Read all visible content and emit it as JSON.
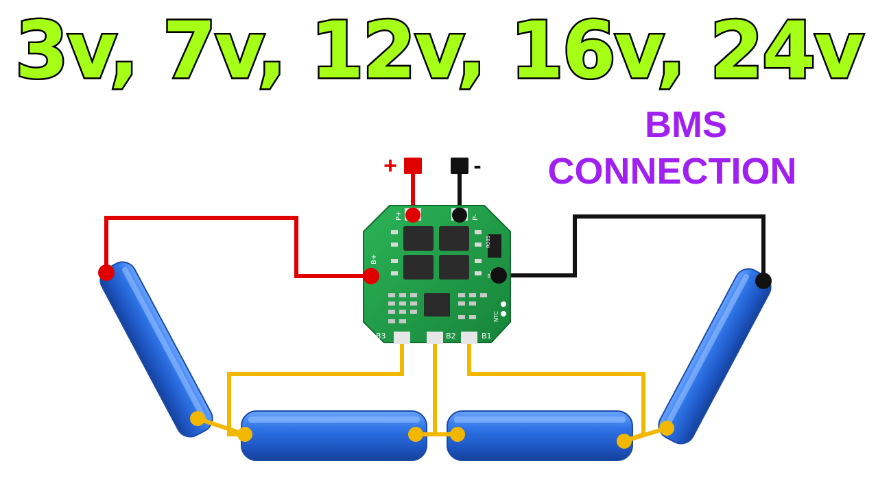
{
  "headline": "3v, 7v, 12v, 16v, 24v",
  "subtitle_line1": "BMS",
  "subtitle_line2": "CONNECTION",
  "terminals": {
    "positive": "+",
    "negative": "-"
  },
  "board": {
    "pads": {
      "p_plus": "P+",
      "p_minus": "P-",
      "b_plus": "B+",
      "b_minus": "B-",
      "b3": "B3",
      "b2": "B2",
      "b1": "B1",
      "ntc": "NTC",
      "resistor": "R005"
    }
  },
  "colors": {
    "headline_fill": "#a6ff16",
    "headline_stroke": "#000000",
    "subtitle": "#a020f0",
    "positive_wire": "#e00000",
    "negative_wire": "#111111",
    "balance_wire": "#f2b800",
    "pcb": "#1e9a45",
    "battery": "#2b6fe0"
  },
  "cell_count": 4
}
